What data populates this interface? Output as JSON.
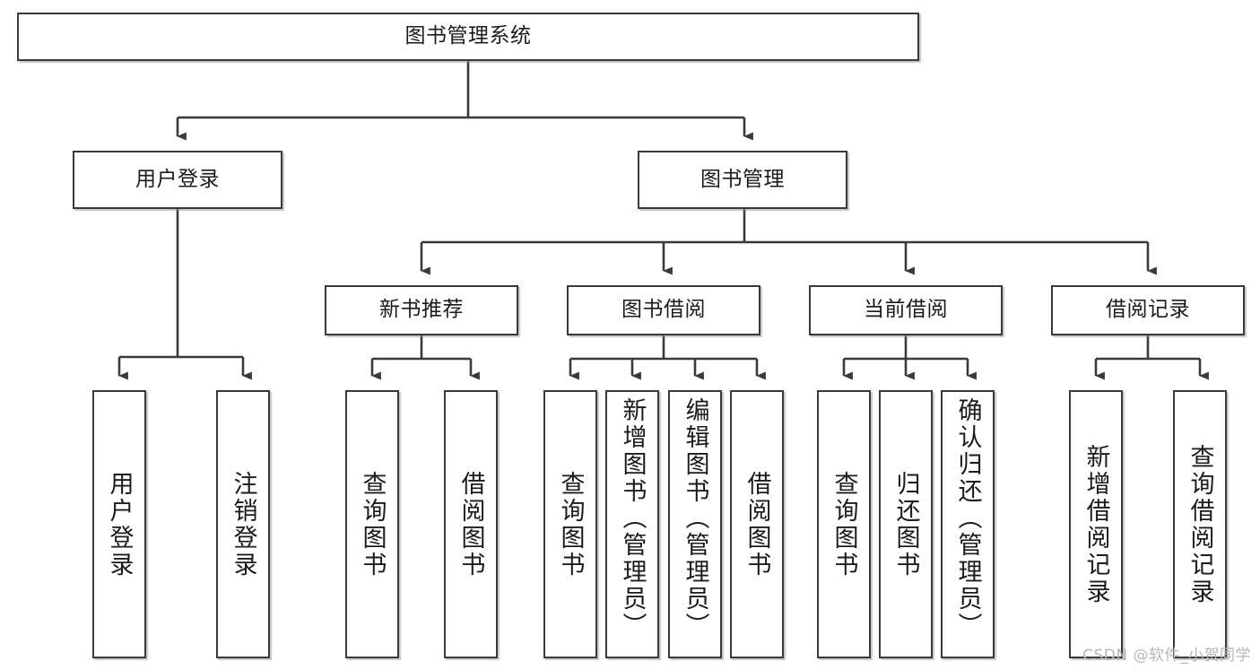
{
  "diagram": {
    "title": "图书管理系统",
    "type": "tree-hierarchy-diagram",
    "root": {
      "label": "图书管理系统"
    },
    "level1": [
      {
        "label": "用户登录"
      },
      {
        "label": "图书管理"
      }
    ],
    "level2": [
      {
        "label": "新书推荐"
      },
      {
        "label": "图书借阅"
      },
      {
        "label": "当前借阅"
      },
      {
        "label": "借阅记录"
      }
    ],
    "leaves": {
      "user_login": [
        {
          "label": "用户登录"
        },
        {
          "label": "注销登录"
        }
      ],
      "new_book_recommend": [
        {
          "label": "查询图书"
        },
        {
          "label": "借阅图书"
        }
      ],
      "book_borrow": [
        {
          "label": "查询图书"
        },
        {
          "label": "新增图书（管理员）"
        },
        {
          "label": "编辑图书（管理员）"
        },
        {
          "label": "借阅图书"
        }
      ],
      "current_borrow": [
        {
          "label": "查询图书"
        },
        {
          "label": "归还图书"
        },
        {
          "label": "确认归还（管理员）"
        }
      ],
      "borrow_record": [
        {
          "label": "新增借阅记录"
        },
        {
          "label": "查询借阅记录"
        }
      ]
    }
  },
  "watermark": {
    "text": "CSDN @软件_小贺同学"
  },
  "colors": {
    "box_border": "#3a3a3a",
    "box_fill": "#ffffff",
    "line": "#3a3a3a",
    "text": "#1b1b1b",
    "watermark": "#b6b6b6",
    "background": "#ffffff"
  }
}
